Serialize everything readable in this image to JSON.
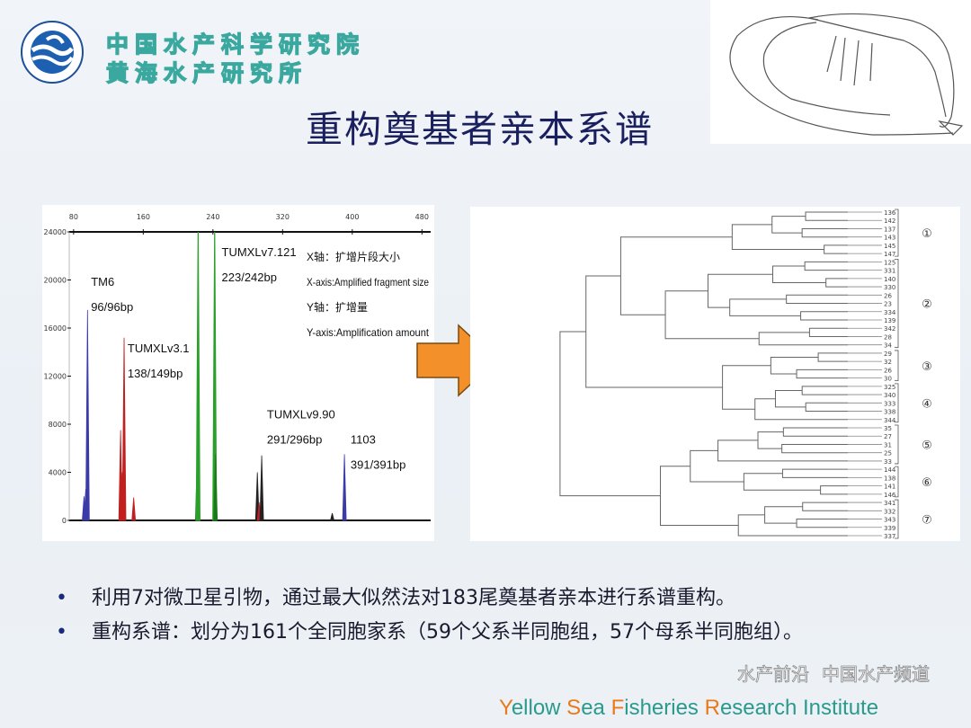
{
  "header": {
    "institute_line1": "中国水产科学研究院",
    "institute_line2": "黄海水产研究所",
    "title": "重构奠基者亲本系谱"
  },
  "chart_data": {
    "type": "electropherogram",
    "x_ticks": [
      80,
      160,
      240,
      320,
      400,
      480
    ],
    "y_ticks": [
      0,
      4000,
      8000,
      12000,
      16000,
      20000,
      24000
    ],
    "xlim": [
      75,
      490
    ],
    "ylim": [
      0,
      24000
    ],
    "legend": [
      "X轴：扩增片段大小",
      "X-axis:Amplified fragment size",
      "Y轴：扩增量",
      "Y-axis:Amplification amount"
    ],
    "peaks": [
      {
        "x": 92,
        "y": 2000,
        "color": "#3a3aa8"
      },
      {
        "x": 94,
        "y": 2600,
        "color": "#3a3aa8"
      },
      {
        "x": 96,
        "y": 17500,
        "color": "#3a3aa8"
      },
      {
        "x": 134,
        "y": 7500,
        "color": "#c02020"
      },
      {
        "x": 136,
        "y": 4000,
        "color": "#c02020"
      },
      {
        "x": 138,
        "y": 15200,
        "color": "#c02020"
      },
      {
        "x": 149,
        "y": 1900,
        "color": "#c02020"
      },
      {
        "x": 222,
        "y": 5500,
        "color": "#1a7a1a"
      },
      {
        "x": 223,
        "y": 24000,
        "color": "#2aa02a"
      },
      {
        "x": 242,
        "y": 24000,
        "color": "#2aa02a"
      },
      {
        "x": 243,
        "y": 5500,
        "color": "#1a7a1a"
      },
      {
        "x": 291,
        "y": 4000,
        "color": "#222222"
      },
      {
        "x": 293,
        "y": 1500,
        "color": "#c02020"
      },
      {
        "x": 296,
        "y": 5400,
        "color": "#222222"
      },
      {
        "x": 377,
        "y": 600,
        "color": "#222222"
      },
      {
        "x": 391,
        "y": 5500,
        "color": "#3a3aa8"
      }
    ],
    "annotations": [
      {
        "name": "TM6",
        "size": "96/96bp",
        "x": 100,
        "y": 19500
      },
      {
        "name": "TUMXLv3.1",
        "size": "138/149bp",
        "x": 142,
        "y": 14000
      },
      {
        "name": "TUMXLv7.121",
        "size": "223/242bp",
        "x": 250,
        "y": 22000
      },
      {
        "name": "TUMXLv9.90",
        "size": "291/296bp",
        "x": 302,
        "y": 8500
      },
      {
        "name": "1103",
        "size": "391/391bp",
        "x": 398,
        "y": 6400
      }
    ]
  },
  "pedigree": {
    "groups": [
      {
        "label": "①",
        "leaves": [
          "136",
          "142",
          "137",
          "143",
          "145",
          "147"
        ]
      },
      {
        "label": "②",
        "leaves": [
          "125",
          "331",
          "140",
          "330",
          "26",
          "23",
          "334",
          "139",
          "342",
          "28",
          "34"
        ]
      },
      {
        "label": "③",
        "leaves": [
          "29",
          "32",
          "26",
          "30"
        ]
      },
      {
        "label": "④",
        "leaves": [
          "325",
          "340",
          "333",
          "338",
          "344"
        ]
      },
      {
        "label": "⑤",
        "leaves": [
          "35",
          "27",
          "31",
          "25",
          "33"
        ]
      },
      {
        "label": "⑥",
        "leaves": [
          "144",
          "138",
          "141",
          "146"
        ]
      },
      {
        "label": "⑦",
        "leaves": [
          "341",
          "332",
          "343",
          "339",
          "337"
        ]
      }
    ]
  },
  "bullets": [
    "利用7对微卫星引物，通过最大似然法对183尾奠基者亲本进行系谱重构。",
    "重构系谱：划分为161个全同胞家系（59个父系半同胞组，57个母系半同胞组）。"
  ],
  "footer": {
    "parts": [
      {
        "hl": "Y",
        "rest": "ellow "
      },
      {
        "hl": "S",
        "rest": "ea "
      },
      {
        "hl": "F",
        "rest": "isheries "
      },
      {
        "hl": "R",
        "rest": "esearch Institute"
      }
    ]
  },
  "watermark": {
    "line1": "水产前沿",
    "line2": "中国水产频道"
  },
  "colors": {
    "arrow": "#f4902a",
    "title": "#1a1f5e",
    "footer_text": "#2a9a8e",
    "footer_accent": "#e87a1a"
  }
}
